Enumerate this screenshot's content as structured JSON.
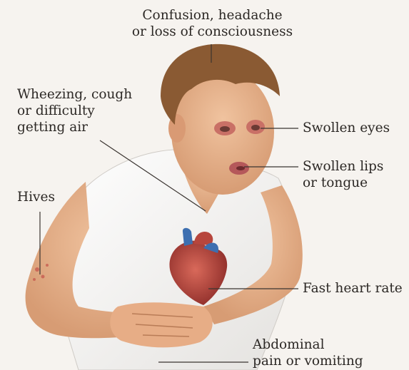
{
  "labels": {
    "confusion": [
      "Confusion, headache",
      "or loss of consciousness"
    ],
    "wheezing": [
      "Wheezing, cough",
      "or difficulty",
      "getting air"
    ],
    "hives": [
      "Hives"
    ],
    "swollen_eyes": [
      "Swollen eyes"
    ],
    "swollen_lips": [
      "Swollen lips",
      "or tongue"
    ],
    "heart_rate": [
      "Fast heart rate"
    ],
    "abdominal": [
      "Abdominal",
      "pain or vomiting"
    ]
  },
  "colors": {
    "background": "#f6f3ef",
    "text": "#2c2825",
    "leader_line": "#3a3430",
    "skin": "#e8b48e",
    "hair": "#8a5a33",
    "shirt": "#f4f3f1",
    "heart": "#b7463d",
    "heart_vessel_blue": "#3d6fb0"
  }
}
